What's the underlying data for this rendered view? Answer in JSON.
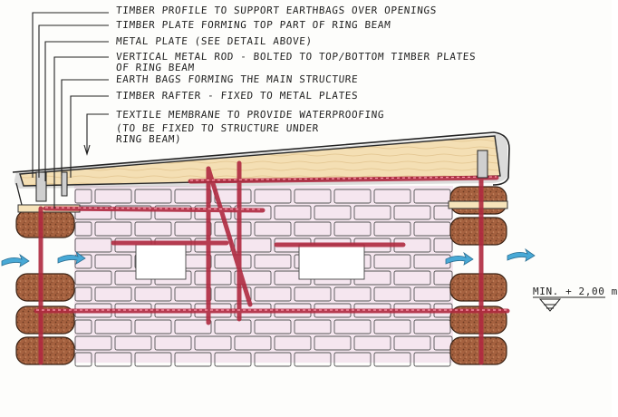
{
  "annotations": [
    {
      "id": "timber-profile",
      "text": "TIMBER PROFILE TO SUPPORT EARTHBAGS OVER OPENINGS"
    },
    {
      "id": "timber-plate",
      "text": "TIMBER PLATE FORMING TOP PART OF RING BEAM"
    },
    {
      "id": "metal-plate",
      "text": "METAL PLATE  (SEE DETAIL ABOVE)"
    },
    {
      "id": "vertical-rod",
      "text": "VERTICAL METAL ROD - BOLTED TO TOP/BOTTOM TIMBER PLATES"
    },
    {
      "id": "ring-beam",
      "text": "OF RING BEAM"
    },
    {
      "id": "earth-bags",
      "text": "EARTH BAGS FORMING THE MAIN STRUCTURE"
    },
    {
      "id": "timber-rafter",
      "text": "TIMBER RAFTER - FIXED TO METAL PLATES"
    },
    {
      "id": "textile-membrane",
      "text": "TEXTILE MEMBRANE TO PROVIDE WATERPROOFING"
    },
    {
      "id": "membrane-note-1",
      "text": "(TO BE FIXED TO STRUCTURE UNDER"
    },
    {
      "id": "membrane-note-2",
      "text": "RING BEAM)"
    }
  ],
  "level_marker": {
    "text": "MIN. + 2,00 m"
  },
  "colors": {
    "pencil": "#2a2a2a",
    "rafter_fill": "#f3ddb0",
    "wall_fill": "#f4e3ee",
    "steel_red": "#c8364a",
    "earthbag": "#9c5a3c",
    "airflow": "#3f9fd0"
  }
}
